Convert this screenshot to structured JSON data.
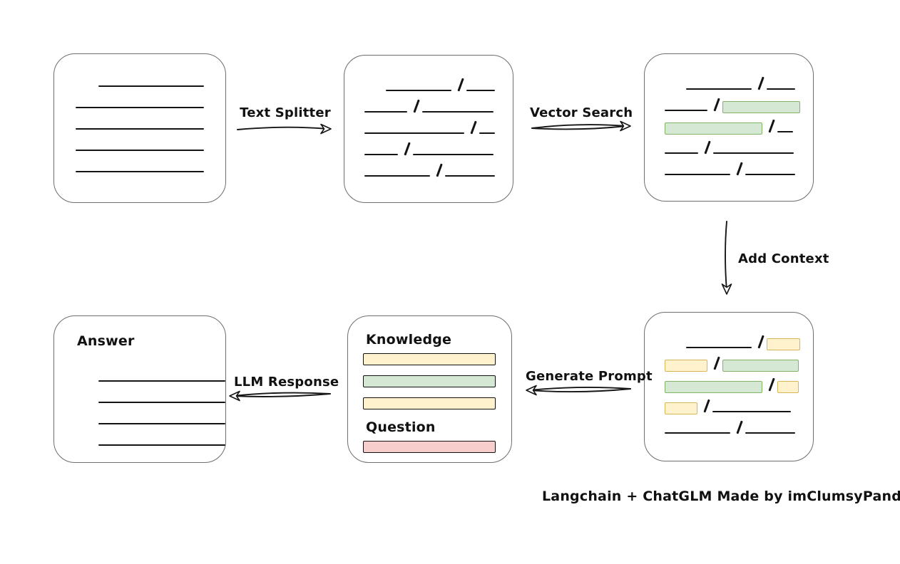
{
  "caption": "Langchain + ChatGLM Made by imClumsyPanda",
  "colors": {
    "green_fill": "#d5e8d4",
    "green_stroke": "#82b366",
    "yellow_fill": "#fff2cc",
    "yellow_stroke": "#d6b656",
    "red_fill": "#f8cecc",
    "red_stroke": "#b85450",
    "line": "#141414",
    "box_border": "#6e6e6e"
  },
  "labels": {
    "text_splitter": "Text Splitter",
    "vector_search": "Vector Search",
    "add_context": "Add Context",
    "generate_prompt": "Generate Prompt",
    "llm_response": "LLM Response"
  },
  "boxes": {
    "source_document": {
      "rows": [
        [
          {
            "t": "gap",
            "w": 32
          },
          {
            "t": "line",
            "w": 148
          }
        ],
        [
          {
            "t": "line",
            "w": 180
          }
        ],
        [
          {
            "t": "line",
            "w": 180
          }
        ],
        [
          {
            "t": "line",
            "w": 180
          }
        ],
        [
          {
            "t": "line",
            "w": 180
          }
        ]
      ]
    },
    "split_chunks": {
      "rows": [
        [
          {
            "t": "gap",
            "w": 30
          },
          {
            "t": "line",
            "w": 92
          },
          {
            "t": "slash"
          },
          {
            "t": "line",
            "w": 40
          }
        ],
        [
          {
            "t": "line",
            "w": 60
          },
          {
            "t": "slash"
          },
          {
            "t": "line",
            "w": 100
          }
        ],
        [
          {
            "t": "line",
            "w": 140
          },
          {
            "t": "slash"
          },
          {
            "t": "line",
            "w": 22
          }
        ],
        [
          {
            "t": "line",
            "w": 47
          },
          {
            "t": "slash"
          },
          {
            "t": "line",
            "w": 113
          }
        ],
        [
          {
            "t": "line",
            "w": 92
          },
          {
            "t": "slash"
          },
          {
            "t": "line",
            "w": 70
          }
        ]
      ]
    },
    "vector_matches": {
      "rows": [
        [
          {
            "t": "gap",
            "w": 30
          },
          {
            "t": "line",
            "w": 92
          },
          {
            "t": "slash"
          },
          {
            "t": "line",
            "w": 40
          }
        ],
        [
          {
            "t": "line",
            "w": 60
          },
          {
            "t": "slash"
          },
          {
            "t": "hl",
            "c": "green",
            "w": 107
          }
        ],
        [
          {
            "t": "hl",
            "c": "green",
            "w": 135
          },
          {
            "t": "slash"
          },
          {
            "t": "line",
            "w": 22
          }
        ],
        [
          {
            "t": "line",
            "w": 47
          },
          {
            "t": "slash"
          },
          {
            "t": "line",
            "w": 113
          }
        ],
        [
          {
            "t": "line",
            "w": 92
          },
          {
            "t": "slash"
          },
          {
            "t": "line",
            "w": 70
          }
        ]
      ]
    },
    "context_chunks": {
      "rows": [
        [
          {
            "t": "gap",
            "w": 30
          },
          {
            "t": "line",
            "w": 92
          },
          {
            "t": "slash"
          },
          {
            "t": "hl",
            "c": "yellow",
            "w": 45
          }
        ],
        [
          {
            "t": "hl",
            "c": "yellow",
            "w": 58
          },
          {
            "t": "slash"
          },
          {
            "t": "hl",
            "c": "green",
            "w": 105
          }
        ],
        [
          {
            "t": "hl",
            "c": "green",
            "w": 135
          },
          {
            "t": "slash"
          },
          {
            "t": "hl",
            "c": "yellow",
            "w": 28
          }
        ],
        [
          {
            "t": "hl",
            "c": "yellow",
            "w": 44
          },
          {
            "t": "slash"
          },
          {
            "t": "line",
            "w": 110
          }
        ],
        [
          {
            "t": "line",
            "w": 92
          },
          {
            "t": "slash"
          },
          {
            "t": "line",
            "w": 70
          }
        ]
      ]
    },
    "prompt": {
      "knowledge_label": "Knowledge",
      "question_label": "Question",
      "knowledge_bars": [
        {
          "c": "yellow"
        },
        {
          "c": "green"
        },
        {
          "c": "yellow"
        }
      ],
      "question_bars": [
        {
          "c": "red"
        }
      ]
    },
    "answer": {
      "label": "Answer",
      "rows": [
        [
          {
            "t": "line",
            "w": 178
          }
        ],
        [
          {
            "t": "line",
            "w": 178
          }
        ],
        [
          {
            "t": "line",
            "w": 178
          }
        ],
        [
          {
            "t": "line",
            "w": 178
          }
        ]
      ]
    }
  }
}
